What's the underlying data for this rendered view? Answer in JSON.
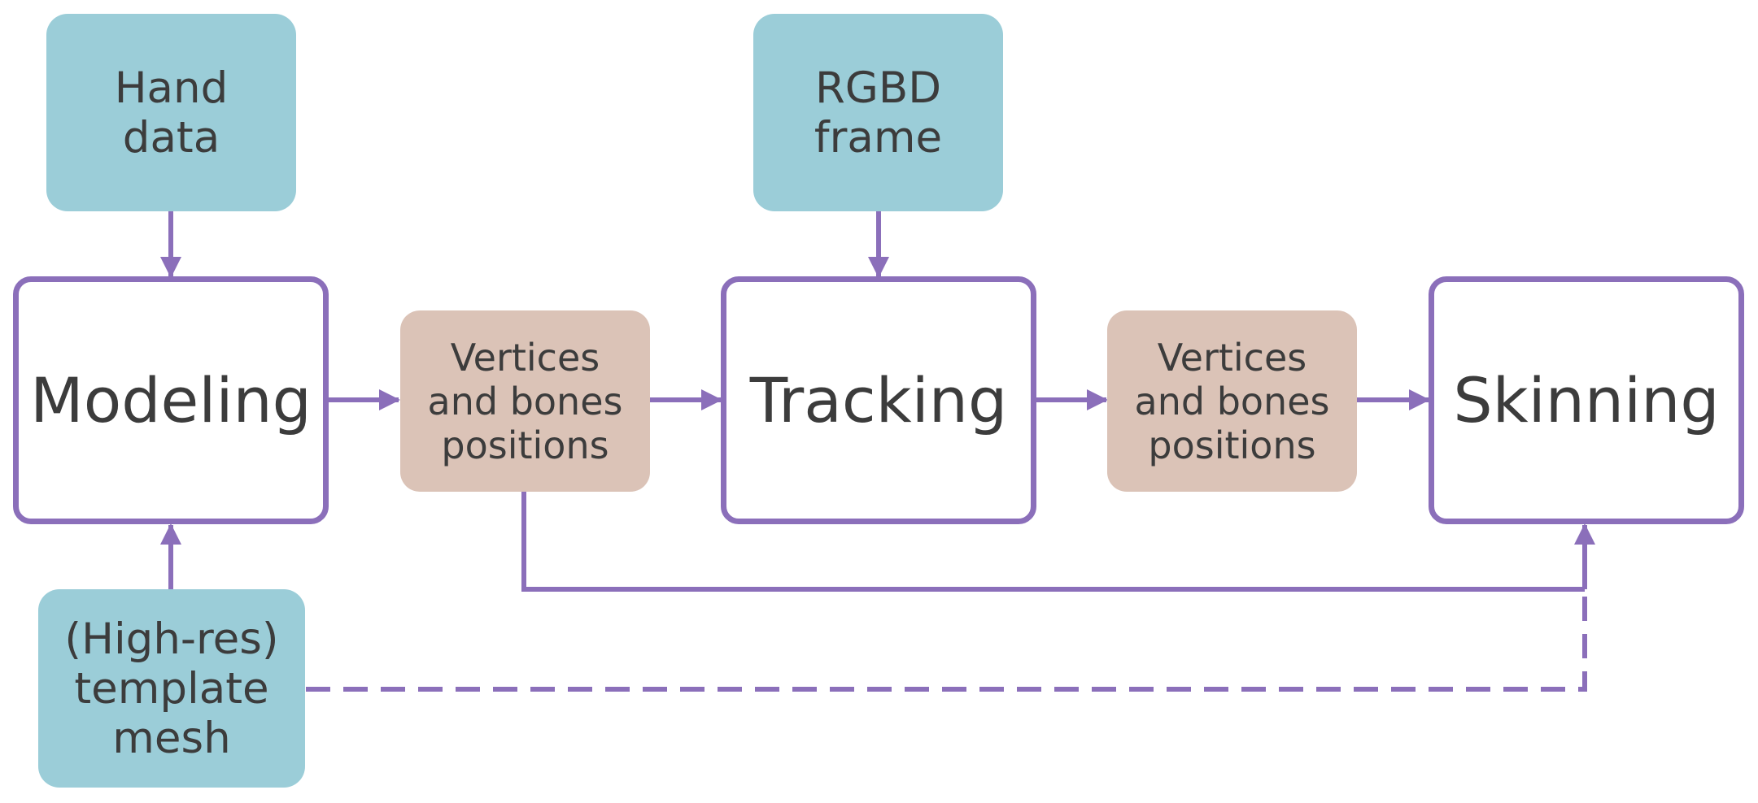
{
  "diagram": {
    "colors": {
      "connector": "#8b6fba",
      "input_fill": "#9bcdd8",
      "data_fill": "#dbc3b7",
      "process_border": "#8b6fba",
      "text": "#3c3c3c"
    },
    "nodes": {
      "hand_data": "Hand\ndata",
      "rgbd_frame": "RGBD\nframe",
      "template_mesh": "(High-res)\ntemplate\nmesh",
      "modeling": "Modeling",
      "tracking": "Tracking",
      "skinning": "Skinning",
      "vb_positions_1": "Vertices\nand bones\npositions",
      "vb_positions_2": "Vertices\nand bones\npositions"
    },
    "edges": [
      {
        "from": "hand_data",
        "to": "modeling",
        "style": "solid"
      },
      {
        "from": "template_mesh",
        "to": "modeling",
        "style": "solid"
      },
      {
        "from": "rgbd_frame",
        "to": "tracking",
        "style": "solid"
      },
      {
        "from": "modeling",
        "to": "vb_positions_1",
        "style": "solid"
      },
      {
        "from": "vb_positions_1",
        "to": "tracking",
        "style": "solid"
      },
      {
        "from": "tracking",
        "to": "vb_positions_2",
        "style": "solid"
      },
      {
        "from": "vb_positions_2",
        "to": "skinning",
        "style": "solid"
      },
      {
        "from": "vb_positions_1",
        "to": "skinning",
        "style": "solid"
      },
      {
        "from": "template_mesh",
        "to": "skinning",
        "style": "dashed"
      }
    ]
  }
}
